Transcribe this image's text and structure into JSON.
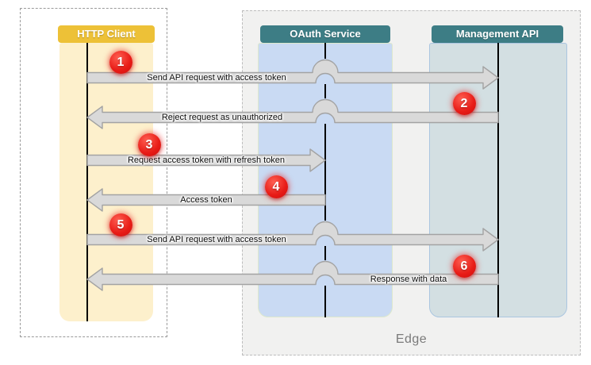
{
  "diagram": {
    "edge": {
      "label": "Edge"
    },
    "lanes": [
      {
        "id": "http-client",
        "title": "HTTP Client"
      },
      {
        "id": "oauth-service",
        "title": "OAuth Service"
      },
      {
        "id": "management-api",
        "title": "Management API"
      }
    ],
    "arrows": [
      {
        "number": "1",
        "label": "Send API request with access token",
        "from": "http-client",
        "to": "management-api"
      },
      {
        "number": "2",
        "label": "Reject request as unauthorized",
        "from": "management-api",
        "to": "http-client"
      },
      {
        "number": "3",
        "label": "Request access token with refresh token",
        "from": "http-client",
        "to": "oauth-service"
      },
      {
        "number": "4",
        "label": "Access token",
        "from": "oauth-service",
        "to": "http-client"
      },
      {
        "number": "5",
        "label": "Send API request with access token",
        "from": "http-client",
        "to": "management-api"
      },
      {
        "number": "6",
        "label": "Response with data",
        "from": "management-api",
        "to": "http-client"
      }
    ],
    "colors": {
      "client_header": "#edc137",
      "service_header": "#3d7d85",
      "client_lane": "#fdf0cc",
      "oauth_lane": "#c9daf3",
      "management_lane": "#d3dfe2",
      "edge_box_bg": "#f1f1f0",
      "arrow_fill": "#d9d9d9",
      "arrow_border": "#a3a3a3",
      "badge_red": "#e81c17",
      "lifeline": "#000000"
    }
  }
}
